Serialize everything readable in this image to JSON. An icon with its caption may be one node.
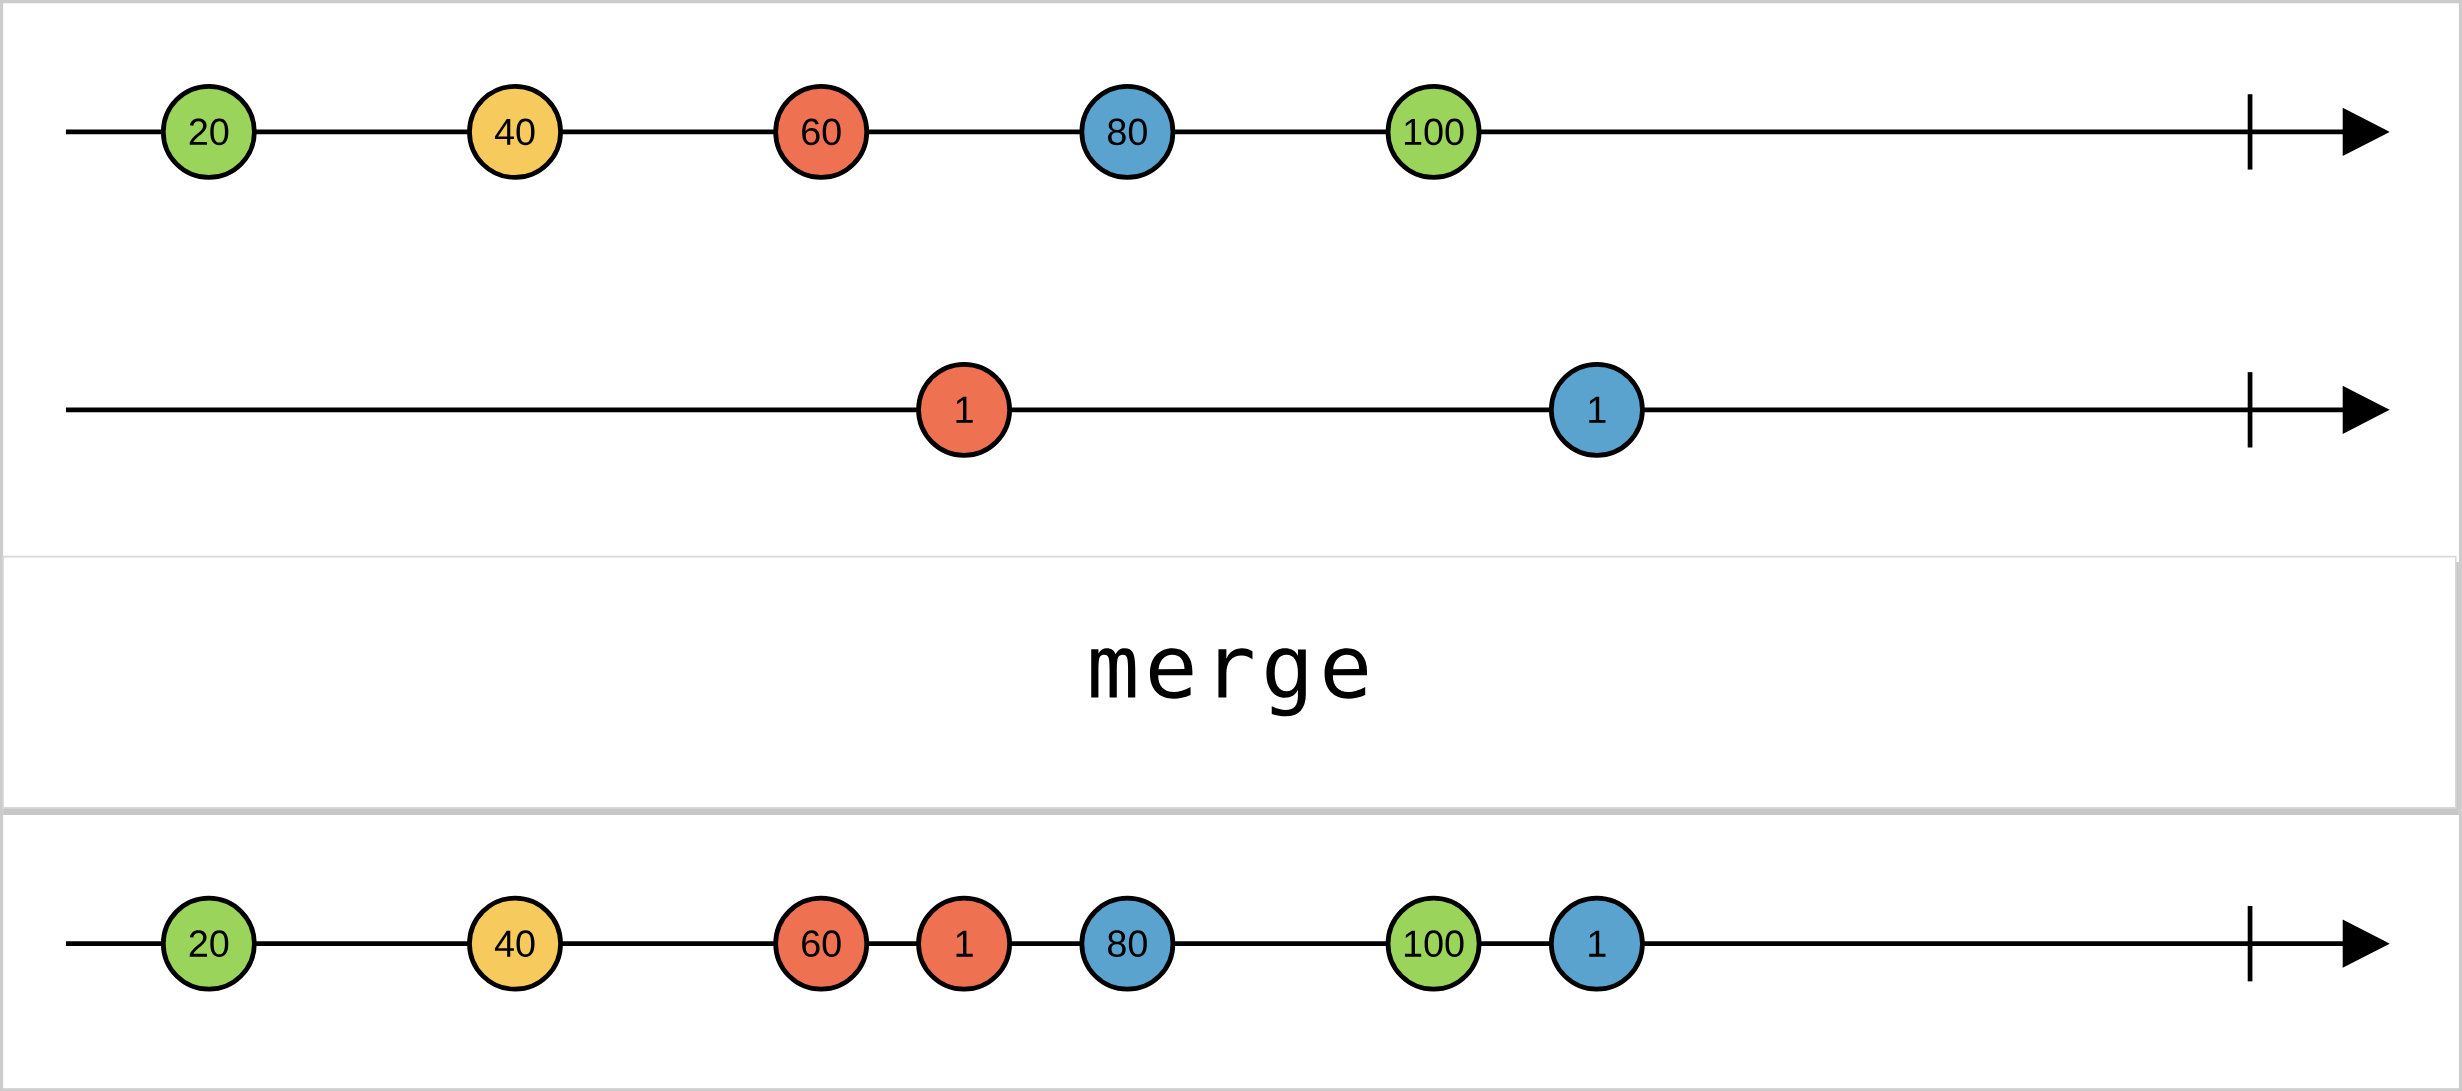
{
  "diagram": {
    "nodes": [
      {
        "text": [
          "20"
        ]
      },
      {
        "text": [
          "40"
        ]
      },
      {
        "text": [
          "60"
        ]
      },
      {
        "text": [
          "80"
        ]
      },
      {
        "text": [
          "100"
        ]
      },
      {
        "text": [
          "1"
        ]
      },
      {
        "text": [
          "1"
        ]
      },
      {
        "text": [
          "merge"
        ]
      },
      {
        "text": [
          "20"
        ]
      },
      {
        "text": [
          "40"
        ]
      },
      {
        "text": [
          "60"
        ]
      },
      {
        "text": [
          "1"
        ]
      },
      {
        "text": [
          "80"
        ]
      },
      {
        "text": [
          "100"
        ]
      },
      {
        "text": [
          "1"
        ]
      }
    ]
  }
}
